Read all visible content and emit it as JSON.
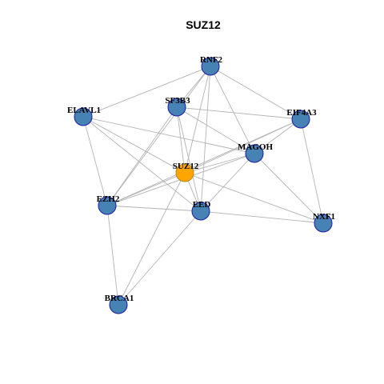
{
  "title": "SUZ12",
  "colors": {
    "node_fill": "#4682b4",
    "node_stroke": "#1a1aa6",
    "center_fill": "#ffa500",
    "center_stroke": "#b8860b",
    "edge": "#b3b3b3"
  },
  "nodes": [
    {
      "id": "RNF2",
      "label": "RNF2",
      "center": false
    },
    {
      "id": "ELAVL1",
      "label": "ELAVL1",
      "center": false
    },
    {
      "id": "SF3B3",
      "label": "SF3B3",
      "center": false
    },
    {
      "id": "EIF4A3",
      "label": "EIF4A3",
      "center": false
    },
    {
      "id": "MAGOH",
      "label": "MAGOH",
      "center": false
    },
    {
      "id": "SUZ12",
      "label": "SUZ12",
      "center": true
    },
    {
      "id": "EZH2",
      "label": "EZH2",
      "center": false
    },
    {
      "id": "EED",
      "label": "EED",
      "center": false
    },
    {
      "id": "NXF1",
      "label": "NXF1",
      "center": false
    },
    {
      "id": "BRCA1",
      "label": "BRCA1",
      "center": false
    }
  ],
  "edges": [
    [
      "RNF2",
      "ELAVL1"
    ],
    [
      "RNF2",
      "SF3B3"
    ],
    [
      "RNF2",
      "EIF4A3"
    ],
    [
      "RNF2",
      "MAGOH"
    ],
    [
      "RNF2",
      "SUZ12"
    ],
    [
      "RNF2",
      "EED"
    ],
    [
      "RNF2",
      "EZH2"
    ],
    [
      "ELAVL1",
      "SUZ12"
    ],
    [
      "ELAVL1",
      "EED"
    ],
    [
      "ELAVL1",
      "EZH2"
    ],
    [
      "ELAVL1",
      "MAGOH"
    ],
    [
      "SF3B3",
      "EIF4A3"
    ],
    [
      "SF3B3",
      "SUZ12"
    ],
    [
      "SF3B3",
      "EED"
    ],
    [
      "SF3B3",
      "MAGOH"
    ],
    [
      "SF3B3",
      "EZH2"
    ],
    [
      "EIF4A3",
      "MAGOH"
    ],
    [
      "EIF4A3",
      "SUZ12"
    ],
    [
      "EIF4A3",
      "EZH2"
    ],
    [
      "EIF4A3",
      "NXF1"
    ],
    [
      "MAGOH",
      "SUZ12"
    ],
    [
      "MAGOH",
      "EZH2"
    ],
    [
      "MAGOH",
      "NXF1"
    ],
    [
      "MAGOH",
      "EED"
    ],
    [
      "SUZ12",
      "EZH2"
    ],
    [
      "SUZ12",
      "EED"
    ],
    [
      "SUZ12",
      "NXF1"
    ],
    [
      "SUZ12",
      "BRCA1"
    ],
    [
      "EZH2",
      "EED"
    ],
    [
      "EZH2",
      "BRCA1"
    ],
    [
      "EED",
      "NXF1"
    ],
    [
      "EED",
      "BRCA1"
    ]
  ]
}
